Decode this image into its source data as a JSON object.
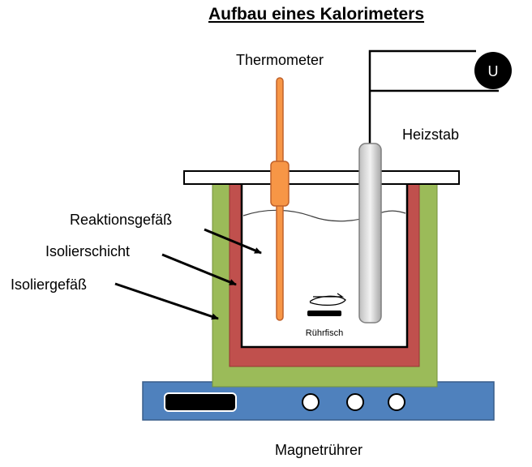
{
  "title": "Aufbau eines Kalorimeters",
  "labels": {
    "thermometer": "Thermometer",
    "heater": "Heizstab",
    "reaction_vessel": "Reaktionsgefäß",
    "insulation_layer": "Isolierschicht",
    "insulation_vessel": "Isoliergefäß",
    "stir_bar": "Rührfisch",
    "magnetic_stirrer": "Magnetrührer",
    "power_source": "U"
  },
  "colors": {
    "outer_vessel": "#9bbb59",
    "insulation": "#c0504d",
    "thermometer": "#f79646",
    "stirrer_base": "#4f81bd",
    "heater_rod": "#d9d9d9",
    "lid": "#ffffff",
    "power_source": "#000000"
  }
}
